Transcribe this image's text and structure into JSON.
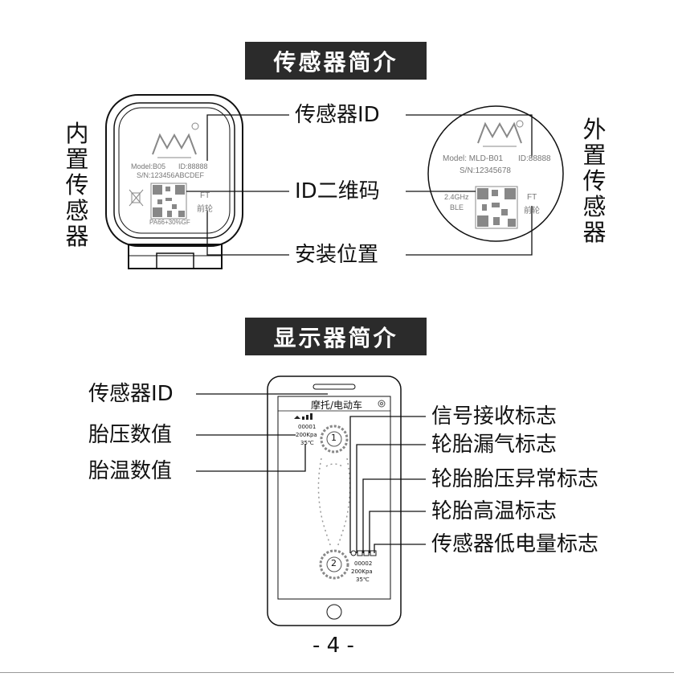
{
  "sections": {
    "sensor_title": "传感器简介",
    "display_title": "显示器简介"
  },
  "sensor_section": {
    "left_label": "内置传感器",
    "right_label": "外置传感器",
    "callouts": [
      "传感器ID",
      "ID二维码",
      "安装位置"
    ],
    "internal_sensor": {
      "model": "Model:B05",
      "id": "ID:88888",
      "serial": "S/N:123456ABCDEF",
      "position_code": "FT",
      "position_name": "前轮",
      "material": "PA66+30%GF"
    },
    "external_sensor": {
      "model": "Model: MLD-B01",
      "id": "ID:88888",
      "serial": "S/N:12345678",
      "freq": "2.4GHz",
      "ble": "BLE",
      "position_code": "FT",
      "position_name": "前轮"
    }
  },
  "display_section": {
    "left_callouts": [
      "传感器ID",
      "胎压数值",
      "胎温数值"
    ],
    "right_callouts": [
      "信号接收标志",
      "轮胎漏气标志",
      "轮胎胎压异常标志",
      "轮胎高温标志",
      "传感器低电量标志"
    ],
    "phone": {
      "header": "摩托/电动车",
      "front": {
        "number": "1",
        "id": "00001",
        "pressure": "200Kpa",
        "temp": "35℃"
      },
      "rear": {
        "number": "2",
        "id": "00002",
        "pressure": "200Kpa",
        "temp": "35℃"
      }
    }
  },
  "page_number": "- 4 -"
}
